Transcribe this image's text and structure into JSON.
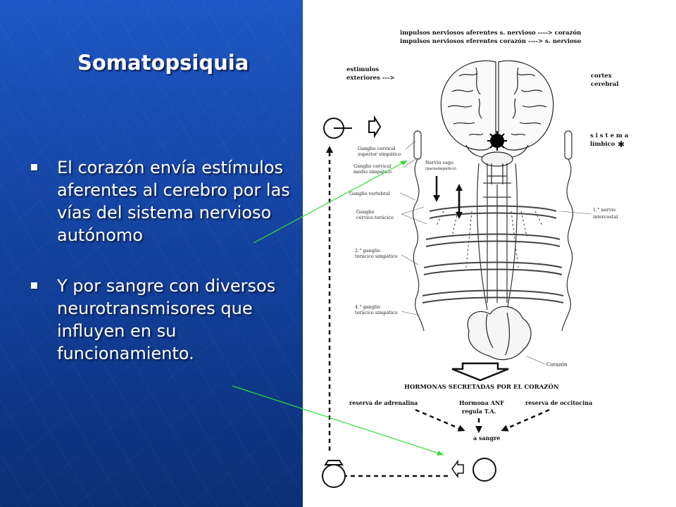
{
  "title": "Somatopsiquia",
  "bullets": [
    "El corazón envía estímulos aferentes al cerebro por las vías del sistema nervioso autónomo",
    "Y por sangre con diversos neurotransmisores que influyen en su funcionamiento."
  ],
  "diagram": {
    "header1": "impulsos nerviosos aferentes s. nervioso ----> corazón",
    "header2": "impulsos nerviosos eferentes corazón ----> s. nervioso",
    "estimulos1": "estimulos",
    "estimulos2": "exteriores --->",
    "cortex1": "cortex",
    "cortex2": "cerebral",
    "limbico1": "s i s t e m a",
    "limbico2": "límbico",
    "ganglio_cervical_sup1": "Ganglio cervical",
    "ganglio_cervical_sup2": "superior simpático",
    "ganglio_cervical_medio1": "Ganglio cervical",
    "ganglio_cervical_medio2": "medio simpático",
    "nervio_vago1": "Nervio vago",
    "nervio_vago2": "(parasimpático)",
    "ganglio_vertebral": "Ganglio vertebral",
    "ganglio_cervico1": "Ganglio",
    "ganglio_cervico2": "cérvico-torácico",
    "nervio_intercostal1": "1.° nervio",
    "nervio_intercostal2": "intercostal",
    "ganglio2_1": "2.° ganglio",
    "ganglio2_2": "torácico simpático",
    "ganglio4_1": "4.° ganglio",
    "ganglio4_2": "torácico simpático",
    "corazon": "Corazón",
    "hormonas": "HORMONAS SECRETADAS POR EL CORAZÓN",
    "adrenalina": "reserva de adrenalina",
    "anf1": "Hormona ANF",
    "anf2": "regula T.A.",
    "occitocina": "reserva de occitocina",
    "sangre": "a sangre"
  },
  "colors": {
    "title_text": "#ffffff",
    "bullet_text": "#ffffff",
    "left_bg": "#1647a8",
    "right_bg": "#ffffff",
    "pointer_line": "#33dd33"
  }
}
